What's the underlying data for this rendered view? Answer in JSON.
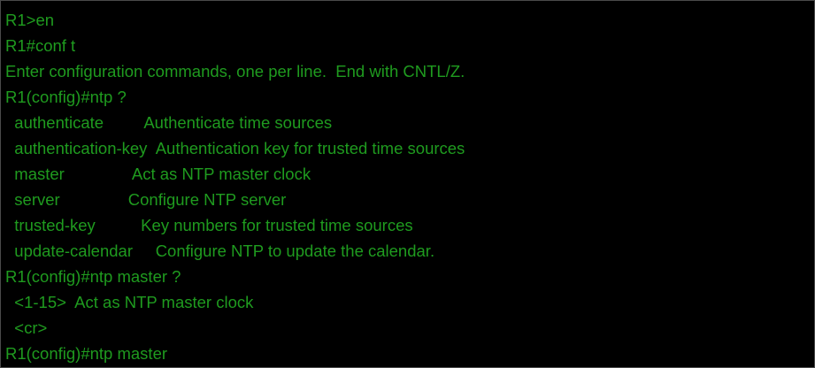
{
  "terminal": {
    "text_color": "#1f9b1f",
    "background_color": "#000000",
    "lines": [
      "R1>en",
      "R1#conf t",
      "Enter configuration commands, one per line.  End with CNTL/Z.",
      "R1(config)#ntp ?",
      "  authenticate         Authenticate time sources",
      "  authentication-key  Authentication key for trusted time sources",
      "  master               Act as NTP master clock",
      "  server               Configure NTP server",
      "  trusted-key          Key numbers for trusted time sources",
      "  update-calendar     Configure NTP to update the calendar.",
      "R1(config)#ntp master ?",
      "  <1-15>  Act as NTP master clock",
      "  <cr>",
      "R1(config)#ntp master"
    ]
  }
}
